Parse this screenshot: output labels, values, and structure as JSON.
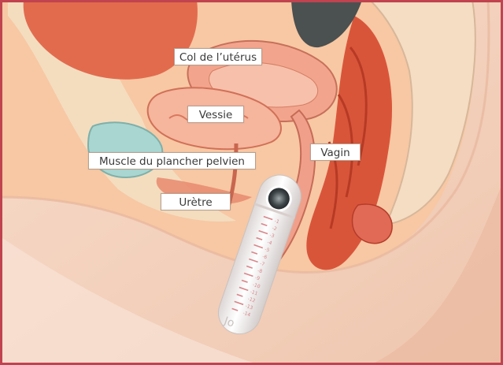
{
  "labels": {
    "col_uterus": "Col de l’utérus",
    "vessie": "Vessie",
    "vagin": "Vagin",
    "muscle_plancher": "Muscle du plancher pelvien",
    "uretre": "Urètre"
  },
  "probe": {
    "scale_marks": [
      "-1",
      "-2",
      "-3",
      "-4",
      "-5",
      "-6",
      "-7",
      "-8",
      "-9",
      "-10",
      "-11",
      "-12",
      "-13",
      "-14"
    ],
    "brand_text": "Jo"
  },
  "colors": {
    "border_red": "#c0434f",
    "skin": "#f4d3bf",
    "muscle_red": "#d9553a",
    "muscle_teal": "#a9d6d0",
    "probe_white": "#f6f3f2"
  }
}
